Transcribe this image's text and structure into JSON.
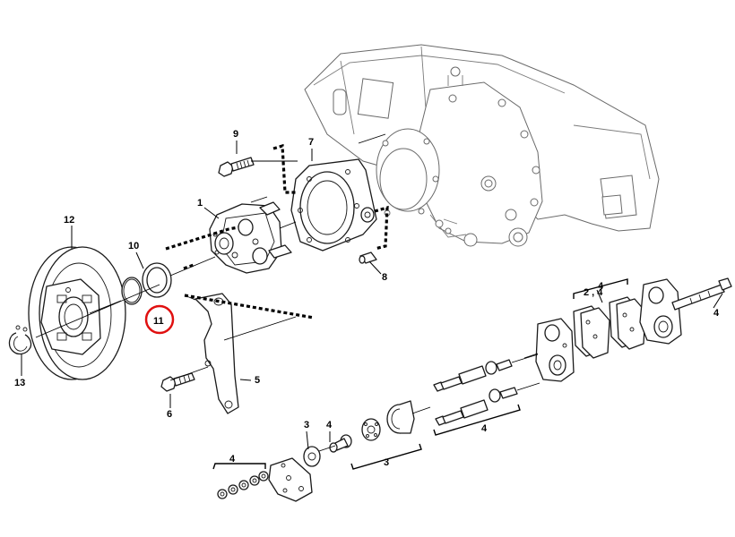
{
  "callouts": {
    "c1": "1",
    "c2_4": "2 , 4",
    "c3_top": "3",
    "c3_bottom": "3",
    "c4_right": "4",
    "c4_mid": "4",
    "c4_lower": "4",
    "c4_left": "4",
    "c4_small": "4",
    "c5": "5",
    "c6": "6",
    "c7": "7",
    "c8": "8",
    "c9": "9",
    "c10": "10",
    "c11": "11",
    "c12": "12",
    "c13": "13"
  },
  "highlight": {
    "target": "11",
    "color": "#e01010"
  },
  "colors": {
    "line": "#1a1a1a",
    "background": "#ffffff"
  }
}
